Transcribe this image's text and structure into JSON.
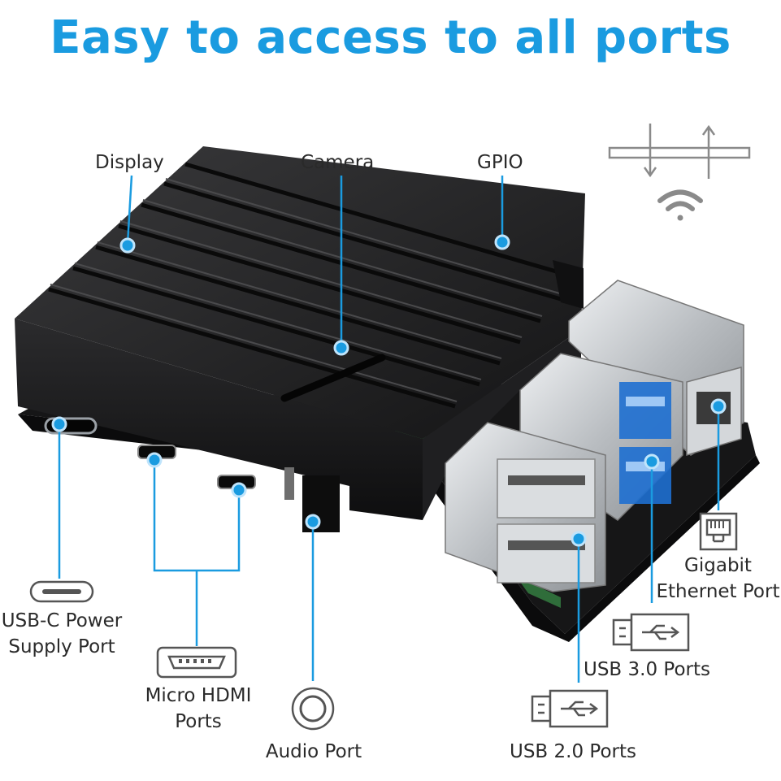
{
  "title": "Easy to access to all ports",
  "colors": {
    "accent": "#1a9be0",
    "case": "#1b1b1c",
    "board": "#2f6d3a",
    "metal": "#c7cacd"
  },
  "labels": {
    "display": "Display",
    "camera": "Camera",
    "gpio": "GPIO",
    "usbc_line1": "USB-C Power",
    "usbc_line2": "Supply Port",
    "hdmi_line1": "Micro HDMI",
    "hdmi_line2": "Ports",
    "audio": "Audio Port",
    "usb2": "USB 2.0 Ports",
    "usb3": "USB 3.0 Ports",
    "ethernet_line1": "Gigabit",
    "ethernet_line2": "Ethernet Port"
  },
  "icons": [
    "usb-c-icon",
    "micro-hdmi-icon",
    "audio-jack-icon",
    "usb-icon",
    "ethernet-icon",
    "wifi-icon",
    "airflow-icon"
  ]
}
